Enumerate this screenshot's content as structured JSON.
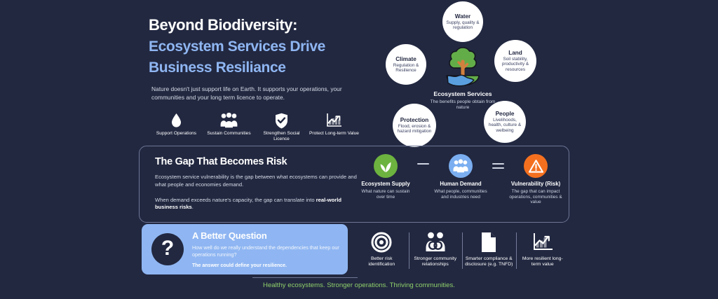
{
  "theme": {
    "background": "#222840",
    "accent_blue": "#8fb6f2",
    "accent_green": "#8fd06a",
    "supply_green": "#6cb33f",
    "demand_blue": "#7aaef0",
    "risk_orange": "#f4701f",
    "node_fill": "#ffffff",
    "text_primary": "#ffffff",
    "text_muted": "#d5dae6"
  },
  "headline": {
    "line1": "Beyond Biodiversity:",
    "line2": "Ecosystem Services Drive",
    "line3": "Business Resiliance",
    "body": "Nature doesn't just support life on Earth. It supports your operations, your communities and your long term licence to operate."
  },
  "benefits": [
    {
      "icon": "water-drop-icon",
      "label": "Support Operations"
    },
    {
      "icon": "people-group-icon",
      "label": "Sustain Communities"
    },
    {
      "icon": "shield-check-icon",
      "label": "Strengthen Social Licence"
    },
    {
      "icon": "growth-chart-icon",
      "label": "Protect Long-term Value"
    }
  ],
  "diagram": {
    "center": {
      "icon": "tree-landscape-icon",
      "title": "Ecosystem Services",
      "desc": "The benefits people obtain from nature"
    },
    "nodes": [
      {
        "title": "Water",
        "desc": "Supply, quality & regulation"
      },
      {
        "title": "Land",
        "desc": "Soil stability, productivity & resources"
      },
      {
        "title": "People",
        "desc": "Livelihoods, health, culture & welbeing"
      },
      {
        "title": "Protection",
        "desc": "Flood, erosion & hazard mitigation"
      },
      {
        "title": "Climate",
        "desc": "Regulation & Resilience"
      }
    ]
  },
  "gap": {
    "title": "The Gap That Becomes Risk",
    "para1": "Ecosystem service vulnerability is the gap between what ecosystems can provide and what people and economies demand.",
    "para2_pre": "When demand exceeds nature's capacity, the gap can translate into ",
    "para2_bold": "real-world business risks",
    "para2_post": ".",
    "equation": [
      {
        "icon": "leaf-icon",
        "name": "Ecosystem Supply",
        "desc": "What nature can sustain over time"
      },
      {
        "icon": "people-icon",
        "name": "Human Demand",
        "desc": "What people, communities and industries need"
      },
      {
        "icon": "warning-icon",
        "name": "Vulnerability (Risk)",
        "desc": "The gap that can impact operations, communities & value"
      }
    ],
    "operators": {
      "minus": "minus-operator",
      "equals": "equals-operator"
    }
  },
  "better_question": {
    "mark": "?",
    "title": "A Better Question",
    "question": "How well do we really understand the dependencies that keep our operations running?",
    "answer": "The answer could define your resilience."
  },
  "outcomes": [
    {
      "icon": "target-icon",
      "label": "Better risk identification"
    },
    {
      "icon": "linked-people-icon",
      "label": "Stronger community relationships"
    },
    {
      "icon": "document-icon",
      "label": "Smarter compliance & disclosure (e.g. TNFD)"
    },
    {
      "icon": "growth-chart-icon",
      "label": "More resilient long-term value"
    }
  ],
  "footer": {
    "tagline": "Healthy ecosystems. Stronger operations. Thriving communities."
  }
}
